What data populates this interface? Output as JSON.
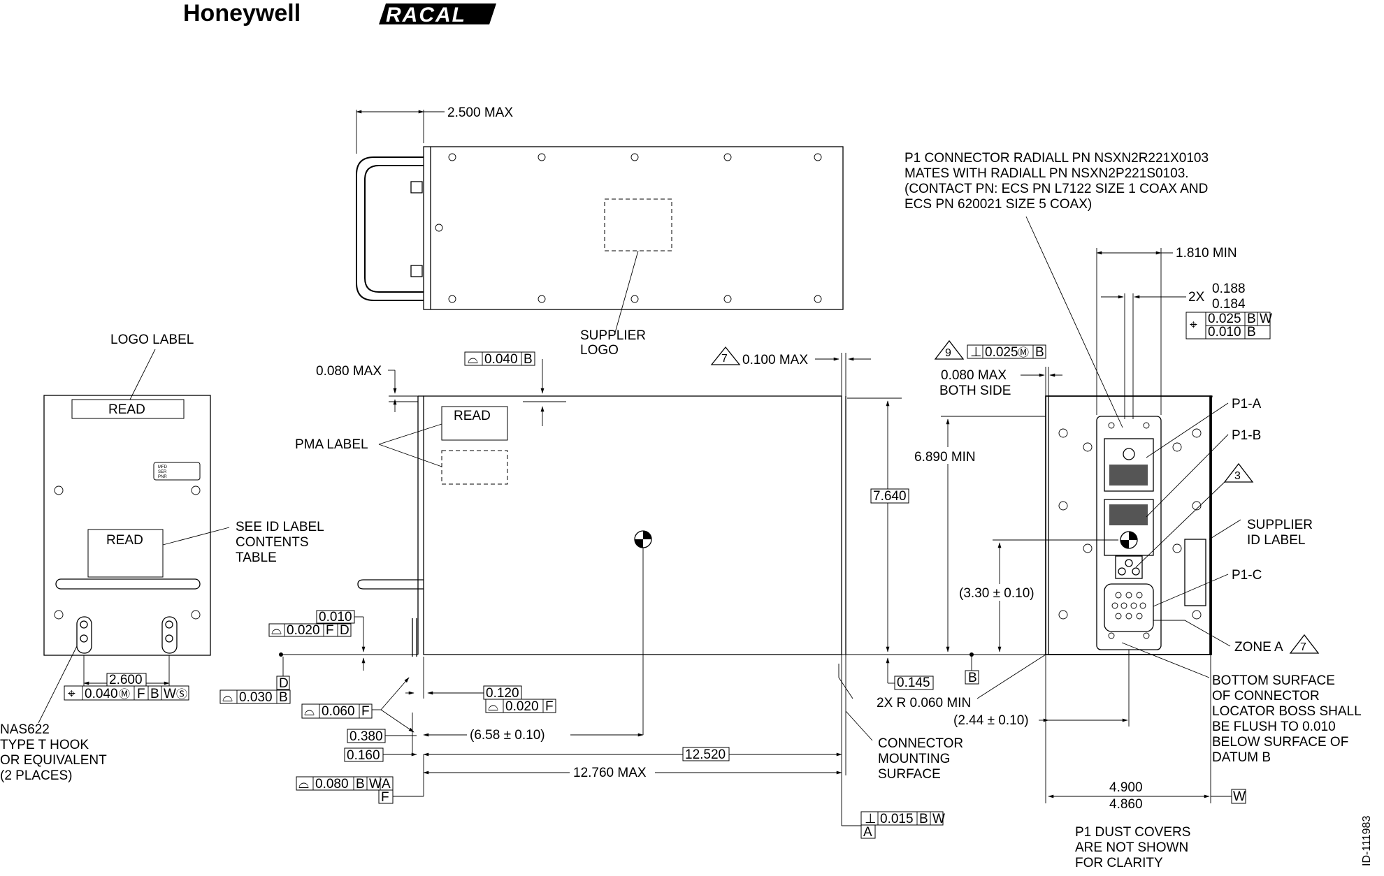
{
  "logos": {
    "honeywell": "Honeywell",
    "racal": "RACAL"
  },
  "drawing_id": "ID-111983",
  "labels": {
    "logo_label": "LOGO LABEL",
    "read": "READ",
    "see_id_label_1": "SEE ID LABEL",
    "see_id_label_2": "CONTENTS",
    "see_id_label_3": "TABLE",
    "nas_1": "NAS622",
    "nas_2": "TYPE T HOOK",
    "nas_3": "OR EQUIVALENT",
    "nas_4": "(2 PLACES)",
    "pma_label": "PMA LABEL",
    "supplier_logo_1": "SUPPLIER",
    "supplier_logo_2": "LOGO",
    "p1_note_1": "P1 CONNECTOR RADIALL PN NSXN2R221X0103",
    "p1_note_2": "MATES WITH RADIALL PN NSXN2P221S0103.",
    "p1_note_3": "(CONTACT PN: ECS PN L7122 SIZE 1 COAX AND",
    "p1_note_4": "ECS PN 620021 SIZE 5 COAX)",
    "p1a": "P1-A",
    "p1b": "P1-B",
    "p1c": "P1-C",
    "supplier_id_1": "SUPPLIER",
    "supplier_id_2": "ID LABEL",
    "zone_a": "ZONE A",
    "bottom_1": "BOTTOM SURFACE",
    "bottom_2": "OF CONNECTOR",
    "bottom_3": "LOCATOR BOSS SHALL",
    "bottom_4": "BE FLUSH TO 0.010",
    "bottom_5": "BELOW SURFACE OF",
    "bottom_6": "DATUM B",
    "connector_1": "CONNECTOR",
    "connector_2": "MOUNTING",
    "connector_3": "SURFACE",
    "dust_1": "P1 DUST COVERS",
    "dust_2": "ARE NOT SHOWN",
    "dust_3": "FOR CLARITY",
    "radius": "2X R 0.060 MIN",
    "both_side": "BOTH SIDE"
  },
  "dimensions": {
    "handle_depth": "2.500 MAX",
    "d_0080_max_a": "0.080 MAX",
    "d_0080_max_b": "0.080 MAX",
    "d_0100_max": "0.100 MAX",
    "height_max": "7.640",
    "height_min": "6.890 MIN",
    "cg_height": "(3.30 ± 0.10)",
    "cg_width": "(2.44 ± 0.10)",
    "cg_depth": "(6.58 ± 0.10)",
    "d_1810": "1.810 MIN",
    "d_2x": "2X",
    "d_0188": "0.188",
    "d_0184": "0.184",
    "d_4900": "4.900",
    "d_4860": "4.860",
    "d_2600": "2.600",
    "d_0010": "0.010",
    "d_0120": "0.120",
    "d_0145": "0.145",
    "d_0380": "0.380",
    "d_0160": "0.160",
    "d_12520": "12.520",
    "d_12760": "12.760 MAX"
  },
  "tolerances": {
    "t_0040_b": "0.040",
    "t_0025_mb": "0.025",
    "t_0025_bw": "0.025",
    "t_0010_b": "0.010",
    "t_0020_fd": "0.020",
    "t_0030_b": "0.030",
    "t_0060_f": "0.060",
    "t_0020_f": "0.020",
    "t_0080_bwa": "0.080",
    "t_0015_bw": "0.015",
    "t_0040_fbws": "0.040"
  },
  "datums": {
    "a": "A",
    "b": "B",
    "d": "D",
    "f": "F",
    "w": "W",
    "s_circled": "Ⓢ",
    "m_circled": "Ⓜ",
    "fw": "F",
    "bb": "B",
    "ww": "W",
    "dd": "D",
    "aa": "A"
  },
  "notes": {
    "n7": "7",
    "n9": "9",
    "n3": "3"
  },
  "tiny_label": [
    "MFD",
    "SER",
    "PNR"
  ],
  "symbols": {
    "profile": "⌓",
    "position": "⌖",
    "perp": "⊥"
  }
}
